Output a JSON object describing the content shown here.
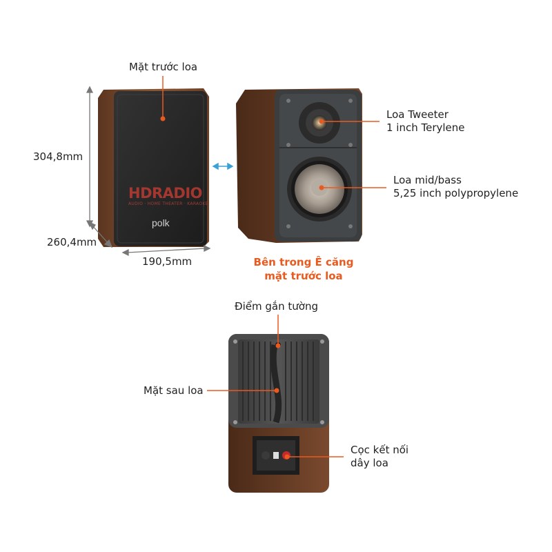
{
  "labels": {
    "front_face": "Mặt trước loa",
    "height": "304,8mm",
    "depth": "260,4mm",
    "width": "190,5mm",
    "tweeter_line1": "Loa Tweeter",
    "tweeter_line2": "1 inch Terylene",
    "midbass_line1": "Loa mid/bass",
    "midbass_line2": "5,25 inch polypropylene",
    "inside_line1": "Bên trong Ê căng",
    "inside_line2": "mặt trước loa",
    "wall_mount": "Điểm gắn tường",
    "back_face": "Mặt sau loa",
    "terminal_line1": "Cọc kết nối",
    "terminal_line2": "dây loa"
  },
  "brand": {
    "grille_logo": "polk"
  },
  "watermark": {
    "main": "HDRADIO",
    "sub": "AUDIO · HOME THEATER · KARAOKE"
  },
  "colors": {
    "accent": "#ea5a1f",
    "arrow_blue": "#3ba0d8",
    "walnut": "#7a4a2e",
    "grille": "#2a2a2a"
  }
}
